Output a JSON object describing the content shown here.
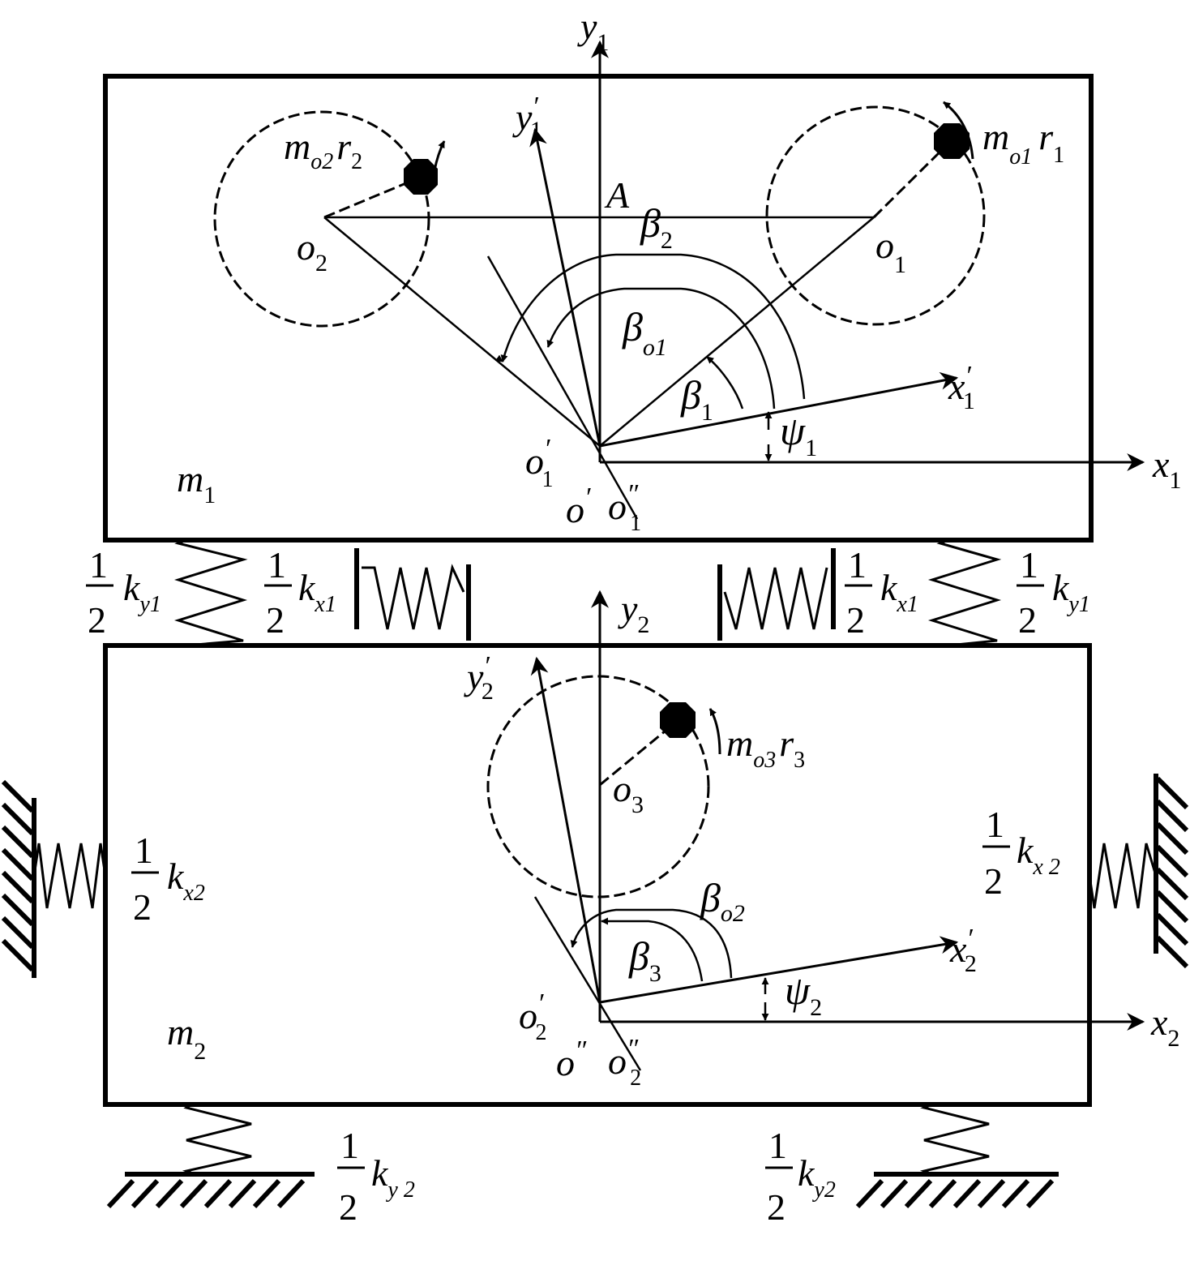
{
  "upper_body": {
    "mass": {
      "base": "m",
      "sub": "1"
    },
    "origin_labels": {
      "o1_prime": {
        "base": "o",
        "sub": "1",
        "mark": "′"
      },
      "o_prime": {
        "base": "o",
        "mark": "′"
      },
      "o1_dprime": {
        "base": "o",
        "sub": "1",
        "mark": "″"
      }
    },
    "axes": {
      "x": {
        "base": "x",
        "sub": "1"
      },
      "y": {
        "base": "y",
        "sub": "1"
      },
      "x_rot": {
        "base": "x",
        "sub": "1",
        "mark": "′"
      },
      "y_rot": {
        "base": "y",
        "sub": "1",
        "mark": "′"
      }
    },
    "point_a": "A",
    "exciter_left": {
      "center": {
        "base": "o",
        "sub": "2"
      },
      "mass": {
        "m": "m",
        "msub": "o2",
        "r": "r",
        "rsub": "2"
      }
    },
    "exciter_right": {
      "center": {
        "base": "o",
        "sub": "1"
      },
      "mass": {
        "m": "m",
        "msub": "o1",
        "r": "r",
        "rsub": "1"
      }
    },
    "angles": {
      "beta2": {
        "base": "β",
        "sub": "2"
      },
      "beta_o1": {
        "base": "β",
        "sub": "o1"
      },
      "beta1": {
        "base": "β",
        "sub": "1"
      },
      "psi1": {
        "base": "ψ",
        "sub": "1"
      }
    }
  },
  "middle_springs": {
    "left_ky1": {
      "half": "1/2",
      "k": "k",
      "sub": "y1"
    },
    "left_kx1": {
      "half": "1/2",
      "k": "k",
      "sub": "x1"
    },
    "right_kx1": {
      "half": "1/2",
      "k": "k",
      "sub": "x1"
    },
    "right_ky1": {
      "half": "1/2",
      "k": "k",
      "sub": "y1"
    },
    "y2_axis": {
      "base": "y",
      "sub": "2"
    }
  },
  "lower_body": {
    "mass": {
      "base": "m",
      "sub": "2"
    },
    "origin_labels": {
      "o2_prime": {
        "base": "o",
        "sub": "2",
        "mark": "′"
      },
      "o_dprime": {
        "base": "o",
        "mark": "″"
      },
      "o2_dprime": {
        "base": "o",
        "sub": "2",
        "mark": "″"
      }
    },
    "axes": {
      "x": {
        "base": "x",
        "sub": "2"
      },
      "x_rot": {
        "base": "x",
        "sub": "2",
        "mark": "′"
      },
      "y_rot": {
        "base": "y",
        "sub": "2",
        "mark": "′"
      }
    },
    "exciter": {
      "center": {
        "base": "o",
        "sub": "3"
      },
      "mass": {
        "m": "m",
        "msub": "o3",
        "r": "r",
        "rsub": "3"
      }
    },
    "angles": {
      "beta_o2": {
        "base": "β",
        "sub": "o2"
      },
      "beta3": {
        "base": "β",
        "sub": "3"
      },
      "psi2": {
        "base": "ψ",
        "sub": "2"
      }
    }
  },
  "side_springs": {
    "left_kx2": {
      "half": "1/2",
      "k": "k",
      "sub": "x2"
    },
    "right_kx2": {
      "half": "1/2",
      "k": "k",
      "sub": "x 2"
    }
  },
  "ground_springs": {
    "left_ky2": {
      "half": "1/2",
      "k": "k",
      "sub": "y 2"
    },
    "right_ky2": {
      "half": "1/2",
      "k": "k",
      "sub": "y2"
    }
  }
}
